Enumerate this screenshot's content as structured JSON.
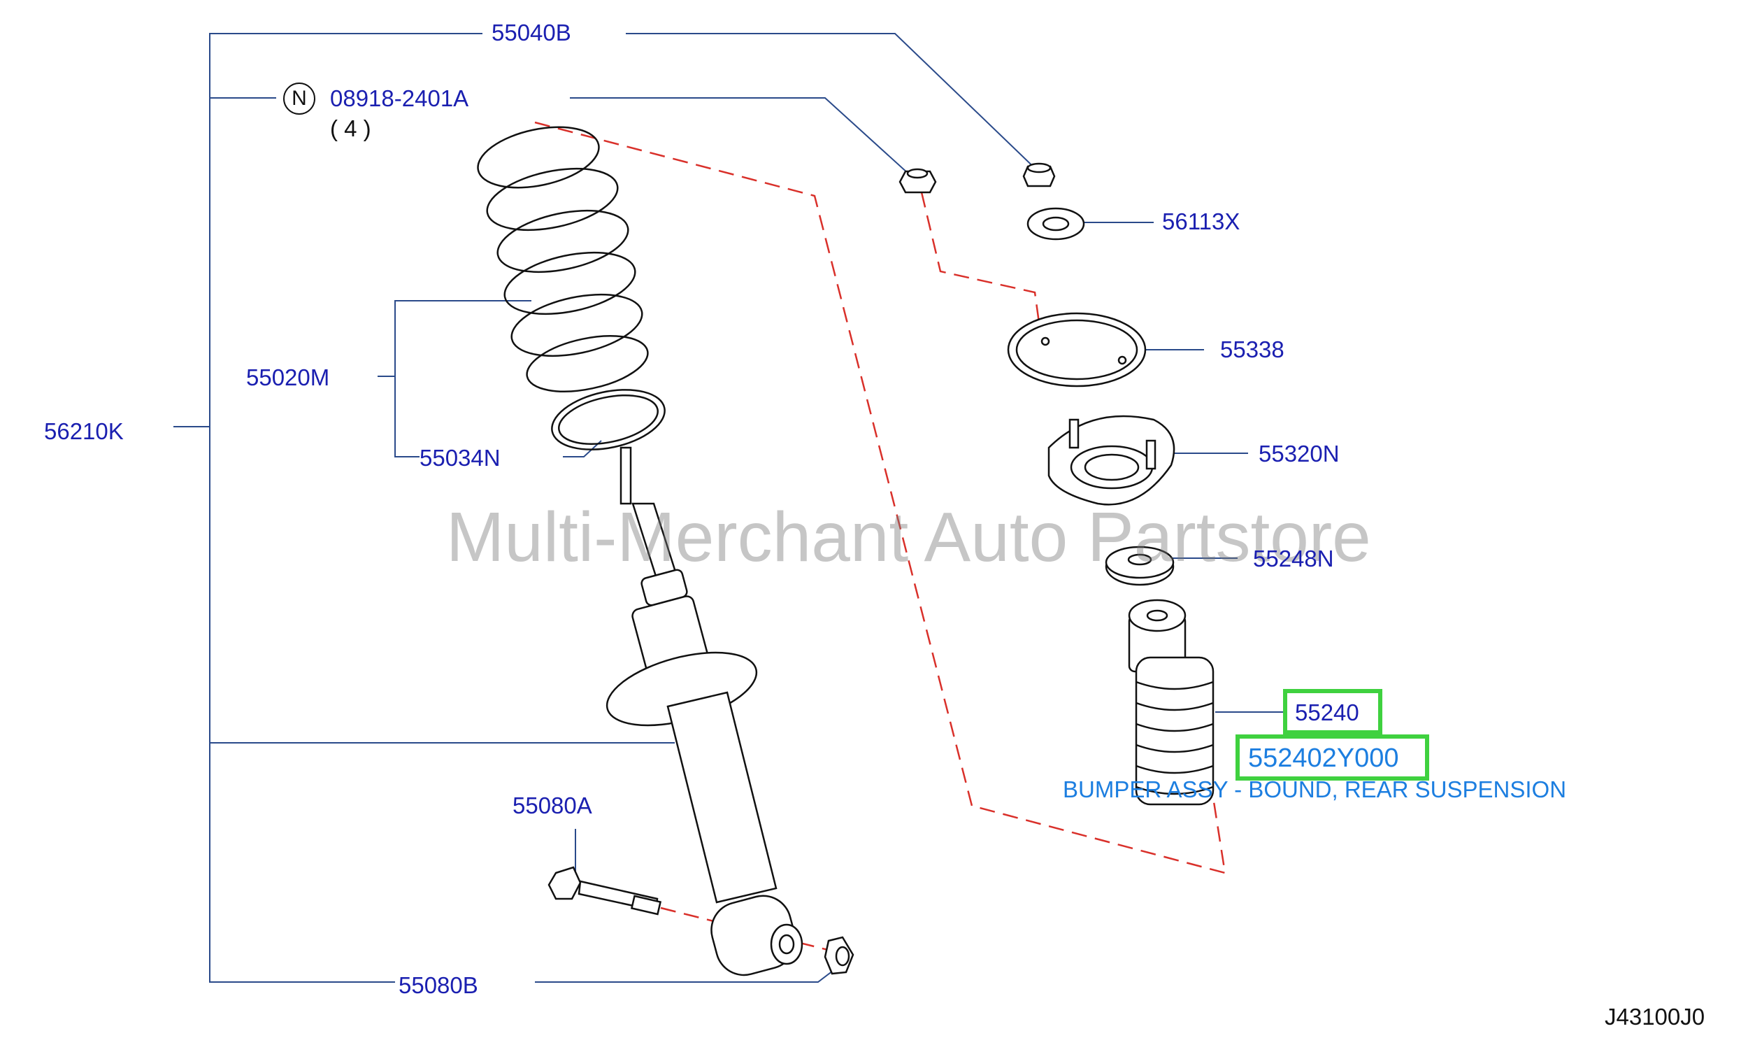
{
  "labels": {
    "p55040B": "55040B",
    "p08918": "08918-2401A",
    "qty08918": "( 4 )",
    "n_symbol": "N",
    "p55020M": "55020M",
    "p56210K": "56210K",
    "p55034N": "55034N",
    "p56113X": "56113X",
    "p55338": "55338",
    "p55320N": "55320N",
    "p55248N": "55248N",
    "p55240": "55240",
    "p552402Y000": "552402Y000",
    "p55080A": "55080A",
    "p55080B": "55080B"
  },
  "description": "BUMPER ASSY - BOUND, REAR SUSPENSION",
  "watermark": "Multi-Merchant Auto Partstore",
  "diagram_code": "J43100J0",
  "colors": {
    "label": "#1a1fb0",
    "highlight_border": "#3fd13f",
    "description": "#1c7ee0",
    "leader_line": "#2a4a8a",
    "dashed_line": "#d9302a",
    "part_outline": "#111111"
  }
}
